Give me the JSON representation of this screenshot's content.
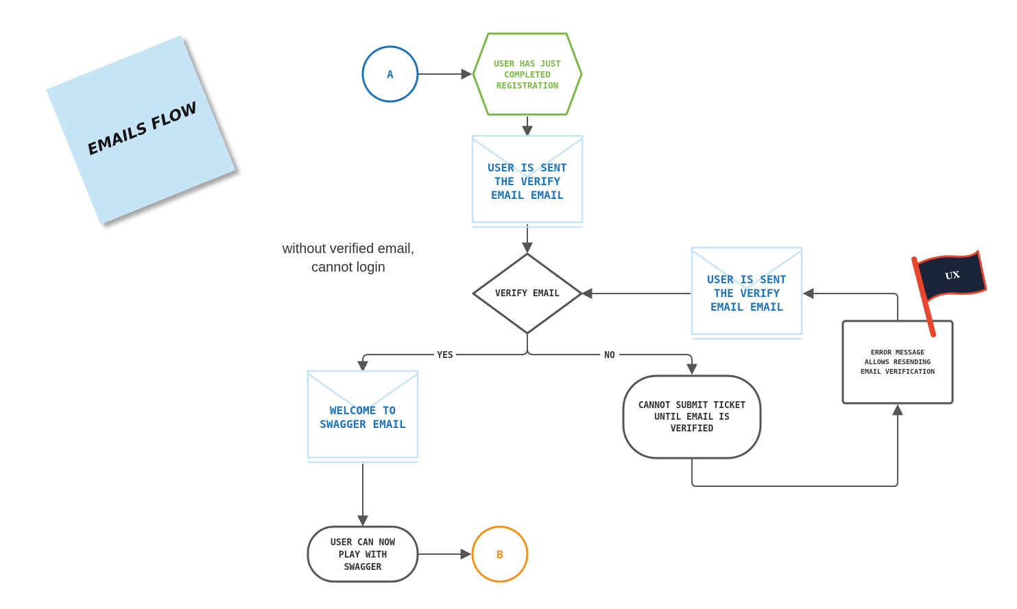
{
  "sticky_note": {
    "title": "EMAILS FLOW"
  },
  "annotation": {
    "lines": [
      "without verified email,",
      "cannot login"
    ]
  },
  "colors": {
    "blue_connector": "#1f73b7",
    "green_start": "#7ab648",
    "orange_connector": "#f2911b",
    "email_border": "#c5e3f6",
    "email_text": "#1f73b7",
    "dark_stroke": "#555555",
    "sticky_fill": "#c7e4f6",
    "flag_navy": "#1b2338",
    "flag_red": "#e8462e"
  },
  "nodes": {
    "connector_a": {
      "label": "A"
    },
    "start": {
      "lines": [
        "USER HAS JUST",
        "COMPLETED",
        "REGISTRATION"
      ]
    },
    "email_verify_1": {
      "lines": [
        "USER IS SENT",
        "THE VERIFY",
        "EMAIL EMAIL"
      ]
    },
    "decision": {
      "label": "VERIFY EMAIL"
    },
    "email_verify_2": {
      "lines": [
        "USER IS SENT",
        "THE VERIFY",
        "EMAIL EMAIL"
      ]
    },
    "email_welcome": {
      "lines": [
        "WELCOME TO",
        "SWAGGER EMAIL"
      ]
    },
    "cannot_submit": {
      "lines": [
        "CANNOT SUBMIT TICKET",
        "UNTIL EMAIL IS",
        "VERIFIED"
      ]
    },
    "error_message": {
      "lines": [
        "ERROR MESSAGE",
        "ALLOWS RESENDING",
        "EMAIL VERIFICATION"
      ]
    },
    "play": {
      "lines": [
        "USER CAN NOW",
        "PLAY WITH",
        "SWAGGER"
      ]
    },
    "connector_b": {
      "label": "B"
    },
    "ux_flag": {
      "label": "UX"
    }
  },
  "edge_labels": {
    "yes": "YES",
    "no": "NO"
  }
}
